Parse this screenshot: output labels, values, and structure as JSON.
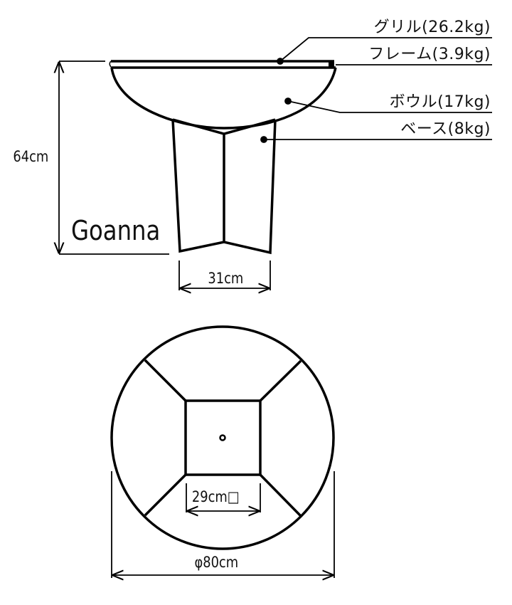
{
  "model_name": "Goanna",
  "parts": [
    {
      "name": "グリル",
      "weight": "(26.2kg)",
      "label": "グリル(26.2kg)"
    },
    {
      "name": "フレーム",
      "weight": "(3.9kg)",
      "label": "フレーム(3.9kg)"
    },
    {
      "name": "ボウル",
      "weight": "(17kg)",
      "label": "ボウル(17kg)"
    },
    {
      "name": "ベース",
      "weight": "(8kg)",
      "label": "ベース(8kg)"
    }
  ],
  "dimensions": {
    "height": "64cm",
    "base_width": "31cm",
    "base_square": "29cm□",
    "diameter": "φ80cm"
  },
  "colors": {
    "line": "#000000",
    "background": "#ffffff"
  }
}
